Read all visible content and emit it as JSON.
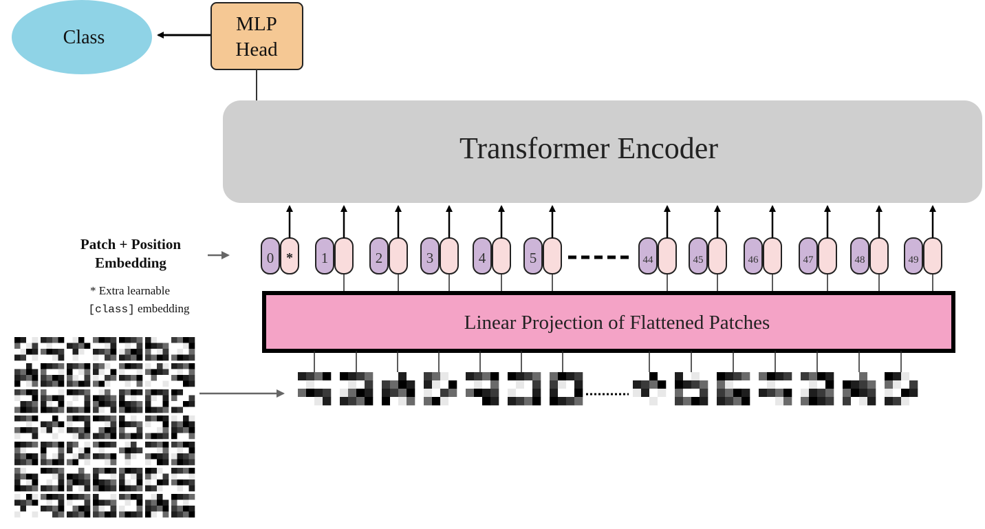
{
  "class_label": "Class",
  "mlp_head": {
    "line1": "MLP",
    "line2": "Head"
  },
  "encoder_label": "Transformer Encoder",
  "embedding_label": {
    "line1": "Patch + Position",
    "line2": "Embedding"
  },
  "note": {
    "line1": "* Extra learnable",
    "line2_code": "[class]",
    "line2_text": " embedding"
  },
  "projection_label": "Linear Projection of Flattened Patches",
  "tokens": [
    "0",
    "1",
    "2",
    "3",
    "4",
    "5",
    "44",
    "45",
    "46",
    "47",
    "48",
    "49"
  ],
  "class_token_marker": "*",
  "colors": {
    "class_ellipse": "#8fd3e6",
    "mlp_box": "#f5c894",
    "encoder_box": "#cfcfcf",
    "projection_box": "#f4a3c6",
    "position_chip": "#cdb5d8",
    "patch_chip": "#f9dcdc"
  }
}
